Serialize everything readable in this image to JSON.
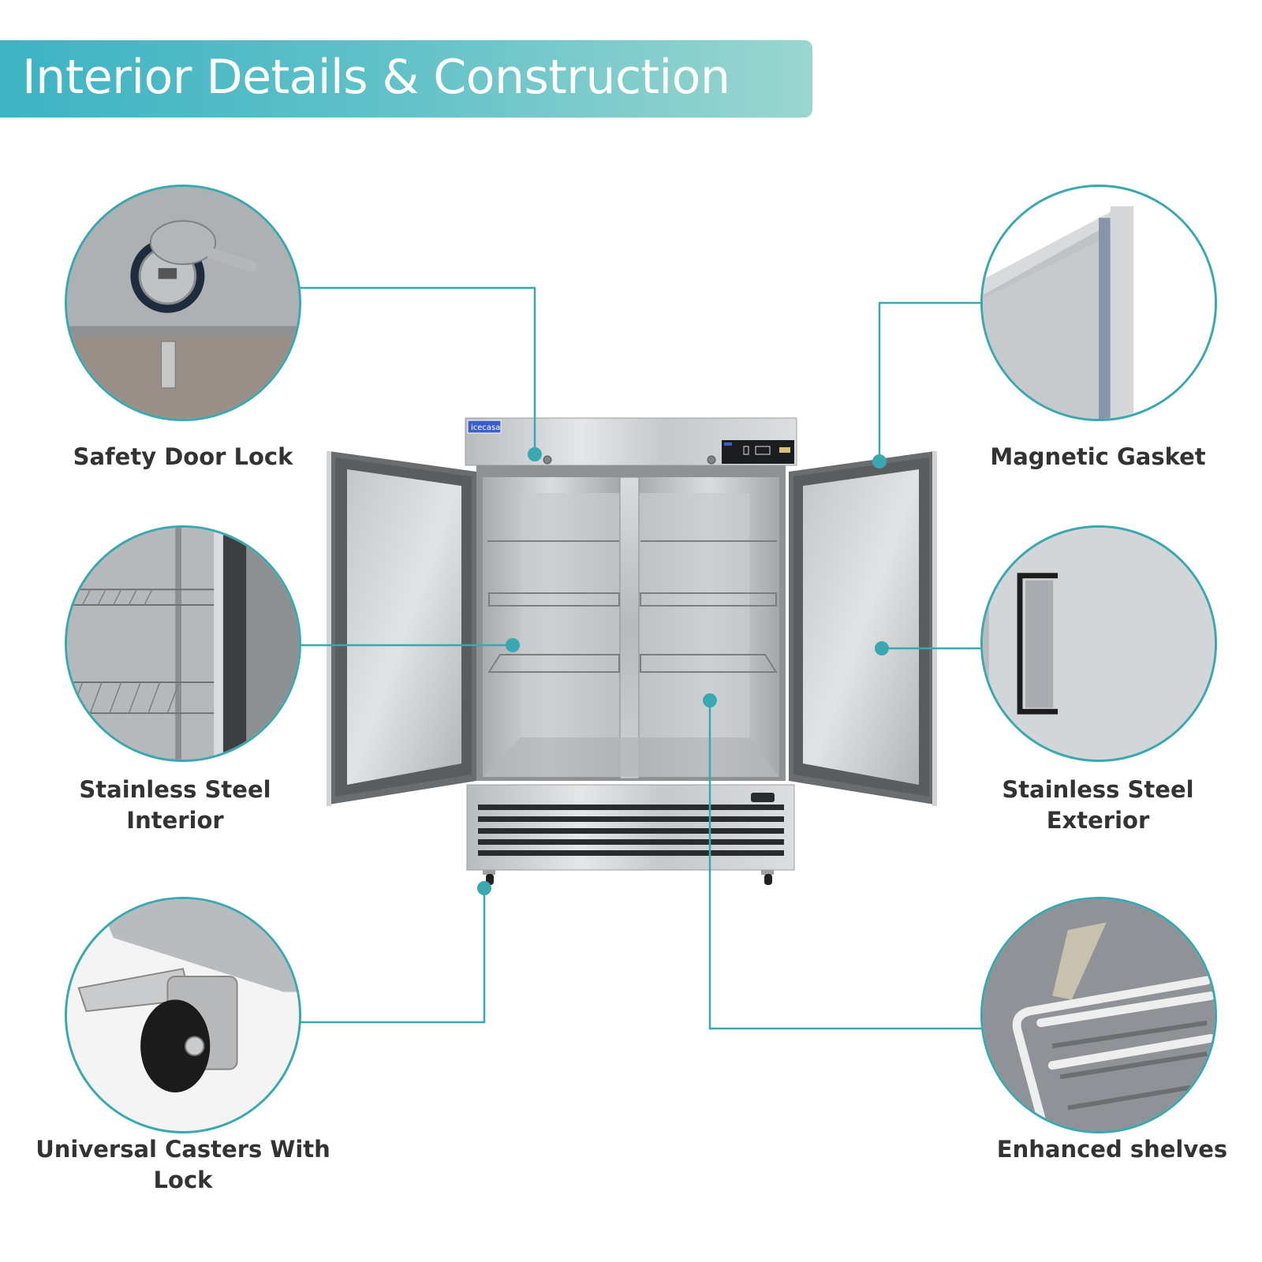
{
  "banner": {
    "title": "Interior Details & Construction",
    "gradient_start": "#3db3c3",
    "gradient_end": "#9ad6cf"
  },
  "product": {
    "brand": "icecasa",
    "type": "two-door reach-in refrigerator"
  },
  "accent_color": "#3aa8b0",
  "features": [
    {
      "id": "lock",
      "label_line1": "Safety Door Lock",
      "label_line2": "",
      "image": "key-lock-photo",
      "side": "left"
    },
    {
      "id": "interior",
      "label_line1": "Stainless Steel",
      "label_line2": "Interior",
      "image": "interior-shelves-photo",
      "side": "left"
    },
    {
      "id": "casters",
      "label_line1": "Universal Casters With",
      "label_line2": "Lock",
      "image": "caster-wheel-photo",
      "side": "left"
    },
    {
      "id": "gasket",
      "label_line1": "Magnetic Gasket",
      "label_line2": "",
      "image": "door-gasket-photo",
      "side": "right"
    },
    {
      "id": "exterior",
      "label_line1": "Stainless Steel",
      "label_line2": "Exterior",
      "image": "door-handle-photo",
      "side": "right"
    },
    {
      "id": "shelves",
      "label_line1": "Enhanced shelves",
      "label_line2": "",
      "image": "shelf-clip-photo",
      "side": "right"
    }
  ]
}
